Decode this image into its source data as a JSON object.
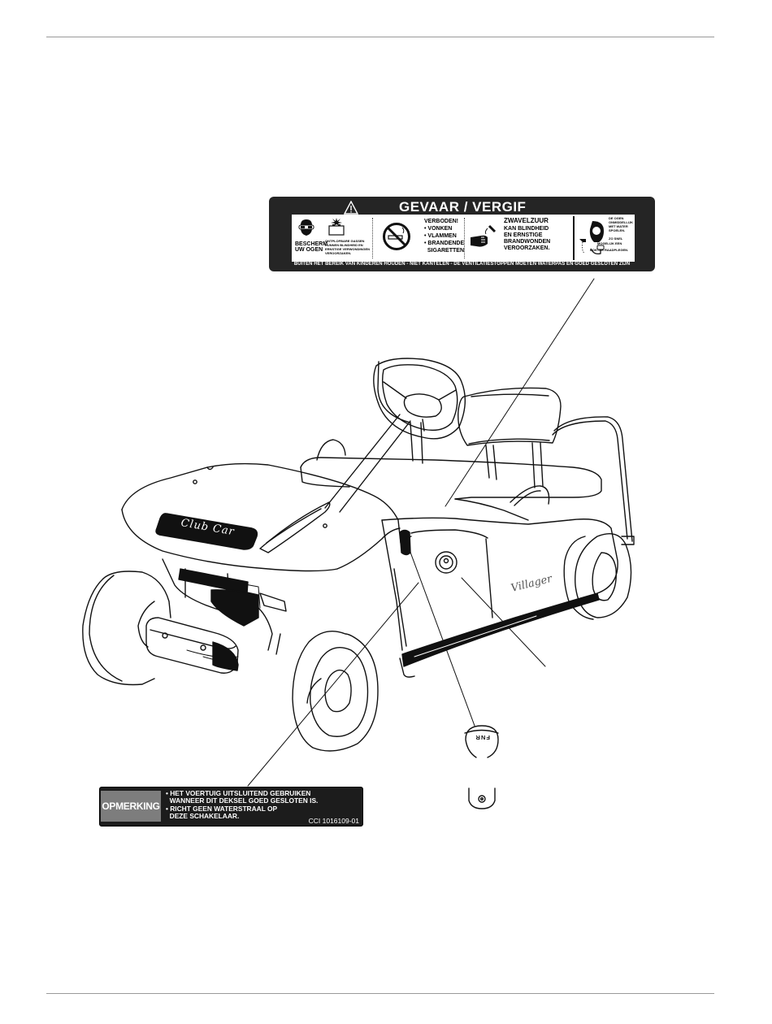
{
  "danger_label": {
    "title": "GEVAAR / VERGIF",
    "protect_eyes": [
      "BESCHERM",
      "UW OGEN"
    ],
    "explosive_gases": [
      "ONTPLOFBARE GASSEN",
      "KUNNEN BLINDHEID EN",
      "ERNSTIGE VERWONDINGEN",
      "VEROORZAKEN."
    ],
    "forbidden": [
      "VERBODEN!",
      "• VONKEN",
      "• VLAMMEN",
      "• BRANDENDE",
      "  SIGARETTEN"
    ],
    "acid": [
      "ZWAVELZUUR",
      "KAN BLINDHEID",
      "EN ERNSTIGE",
      "BRANDWONDEN",
      "VEROORZAKEN."
    ],
    "flush": [
      "DE OGEN",
      "ONMIDDELLIJK",
      "MET WATER",
      "SPOELEN.",
      "ZO SNEL",
      "MOGELIJK EEN",
      "DOKTER RAADPLEGEN."
    ],
    "footer": "BUITEN HET BEREIK VAN KINDEREN HOUDEN - NIET KANTELEN - DE VENTILATIESTOPPEN MOETEN WATERPAS EN GOED GESLOTEN ZIJN"
  },
  "notice_label": {
    "tag": "OPMERKING",
    "lines": [
      "• HET VOERTUIG UITSLUITEND GEBRUIKEN",
      "  WANNEER DIT DEKSEL GOED GESLOTEN IS.",
      "• RICHT GEEN WATERSTRAAL OP",
      "  DEZE SCHAKELAAR."
    ],
    "code": "CCI 1016109-01"
  },
  "vehicle": {
    "hood_badge": "Club Car",
    "side_badge": "Villager",
    "switch_label": "F  N  R"
  }
}
